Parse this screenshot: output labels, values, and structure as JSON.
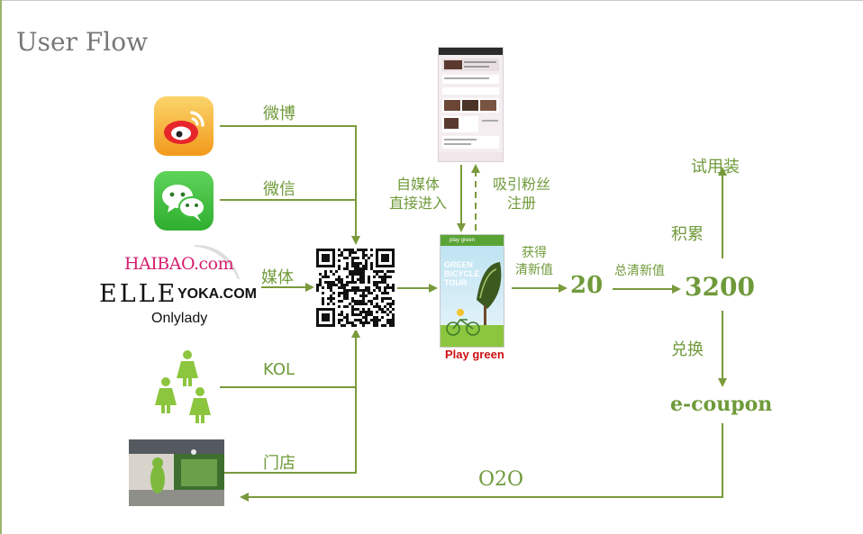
{
  "title": "User Flow",
  "channels": {
    "weibo": "微博",
    "weixin": "微信",
    "media": "媒体",
    "kol": "KOL",
    "store": "门店"
  },
  "media_logos": {
    "haibao": "HAIBAO.com",
    "elle": "ELLE",
    "yoka": "YOKA.COM",
    "onlylady": "Onlylady"
  },
  "flow": {
    "self_media": [
      "自媒体",
      "直接进入"
    ],
    "attract": [
      "吸引粉丝",
      "注册"
    ],
    "gain": [
      "获得",
      "清新值"
    ],
    "total_label": "总清新值",
    "points_start": "20",
    "points_total": "3200",
    "accumulate": "积累",
    "trial": "试用装",
    "exchange": "兑换",
    "coupon": "e-coupon",
    "o2o": "O2O",
    "app_caption": "Play green"
  },
  "poster": {
    "header": "play green",
    "lines": [
      "GREEN",
      "BICYCLE",
      "TOUR"
    ]
  },
  "colors": {
    "accent": "#6f9a3a",
    "arrow": "#7a9a3c",
    "caption": "#cc1111",
    "weibo": "#f5a623",
    "wechat": "#3fbf3f",
    "haibao": "#d6206f"
  }
}
